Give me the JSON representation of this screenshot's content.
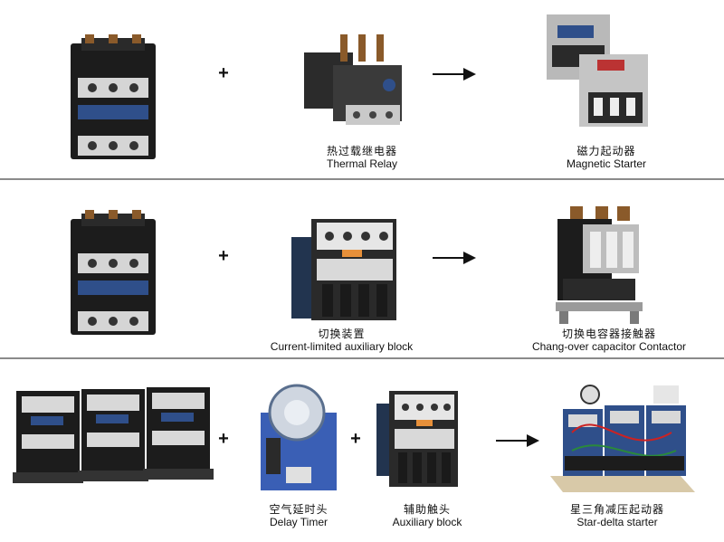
{
  "rows": [
    {
      "operators": [
        "+"
      ],
      "parts": [
        {
          "icon": "ac-contactor-icon",
          "cn": "",
          "en": ""
        },
        {
          "icon": "thermal-relay-icon",
          "cn": "热过载继电器",
          "en": "Thermal Relay"
        },
        {
          "icon": "magnetic-starter-icon",
          "cn": "磁力起动器",
          "en": "Magnetic Starter"
        }
      ]
    },
    {
      "operators": [
        "+"
      ],
      "parts": [
        {
          "icon": "ac-contactor-icon",
          "cn": "",
          "en": ""
        },
        {
          "icon": "auxiliary-block-icon",
          "cn": "切换装置",
          "en": "Current-limited auxiliary block"
        },
        {
          "icon": "capacitor-contactor-icon",
          "cn": "切换电容器接触器",
          "en": "Chang-over capacitor Contactor"
        }
      ]
    },
    {
      "operators": [
        "+",
        "+"
      ],
      "parts": [
        {
          "icon": "three-contactors-icon",
          "cn": "",
          "en": ""
        },
        {
          "icon": "delay-timer-icon",
          "cn": "空气延时头",
          "en": "Delay Timer"
        },
        {
          "icon": "auxiliary-block-icon",
          "cn": "辅助触头",
          "en": "Auxiliary block"
        },
        {
          "icon": "star-delta-starter-icon",
          "cn": "星三角减压起动器",
          "en": "Star-delta starter"
        }
      ]
    }
  ],
  "colors": {
    "divider": "#8a8a8a",
    "device_body": "#1c1c1c",
    "device_grey": "#b9b9b9",
    "accent_blue": "#2f4f8a",
    "timer_blue": "#3a5fb5"
  }
}
